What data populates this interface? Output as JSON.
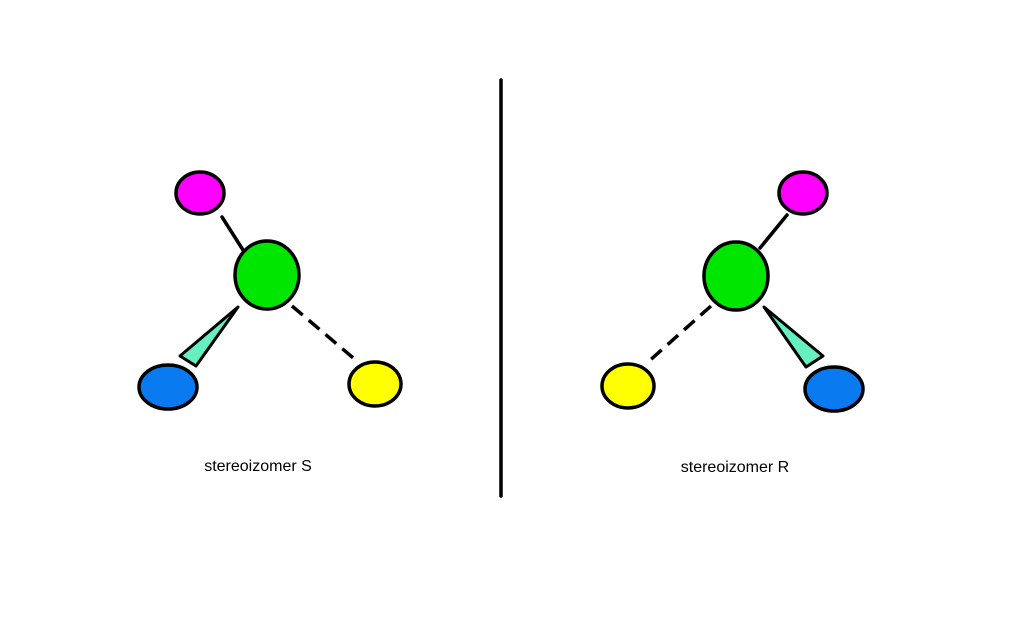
{
  "labels": {
    "left_caption": "stereoizomer S",
    "right_caption": "stereoizomer R"
  },
  "colors": {
    "center_atom": "#00e600",
    "top_atom": "#ff00ff",
    "blue_atom": "#0a7af0",
    "yellow_atom": "#ffff00",
    "wedge": "#66f0c0",
    "outline": "#000000"
  },
  "molecules": [
    {
      "name": "stereoizomer-s",
      "caption": "stereoizomer S",
      "bonds": {
        "top_atom": "solid",
        "blue_atom": "wedge",
        "yellow_atom": "dashed"
      }
    },
    {
      "name": "stereoizomer-r",
      "caption": "stereoizomer R",
      "bonds": {
        "top_atom": "solid",
        "blue_atom": "wedge",
        "yellow_atom": "dashed"
      }
    }
  ]
}
